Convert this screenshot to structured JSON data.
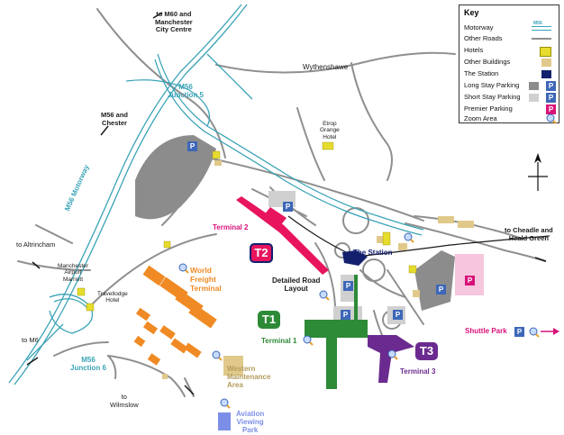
{
  "key": {
    "title": "Key",
    "motorway_badge": "M56",
    "rows": [
      {
        "label": "Motorway"
      },
      {
        "label": "Other Roads"
      },
      {
        "label": "Hotels"
      },
      {
        "label": "Other Buildings"
      },
      {
        "label": "The Station"
      },
      {
        "label": "Long Stay Parking"
      },
      {
        "label": "Short Stay Parking"
      },
      {
        "label": "Premier Parking"
      },
      {
        "label": "Zoom Area"
      }
    ],
    "colors": {
      "motorway": "#3aa3b6",
      "hotels": "#e6dc2e",
      "other_buildings": "#e0c98a",
      "station": "#13206e",
      "long_stay": "#8c8c8c",
      "short_stay": "#d0d0d0",
      "premier": "#f5c6dd",
      "parking_letter_bg": "#3d67b8",
      "premier_letter_bg": "#d9127a"
    },
    "parking_letter": "P"
  },
  "labels": {
    "to_m60_line1": "to M60 and",
    "to_m60_line2": "Manchester",
    "to_m60_line3": "City Centre",
    "wythenshawe": "Wythenshawe",
    "m56_j5_line1": "M56",
    "m56_j5_line2": "Junction 5",
    "m56_chester_line1": "M56 and",
    "m56_chester_line2": "Chester",
    "etrop_line1": "Etrop",
    "etrop_line2": "Grange",
    "etrop_line3": "Hotel",
    "m56_motorway": "M56 Motorway",
    "terminal2": "Terminal 2",
    "t2": "T2",
    "to_cheadle_line1": "to Cheadle and",
    "to_cheadle_line2": "Heald Green",
    "to_altrincham": "to Altrincham",
    "marriott_line1": "Manchester",
    "marriott_line2": "Airport",
    "marriott_line3": "Marriott",
    "travellodge_line1": "Travellodge",
    "travellodge_line2": "Hotel",
    "wft_line1": "World",
    "wft_line2": "Freight",
    "wft_line3": "Terminal",
    "the_station": "The Station",
    "detailed_line1": "Detailed Road",
    "detailed_line2": "Layout",
    "t1": "T1",
    "terminal1": "Terminal 1",
    "t3": "T3",
    "terminal3": "Terminal 3",
    "shuttle_park": "Shuttle Park",
    "to_m6": "to M6",
    "m56_j6_line1": "M56",
    "m56_j6_line2": "Junction 6",
    "wma_line1": "Western",
    "wma_line2": "Maintenance",
    "wma_line3": "Area",
    "to_wilmslow_line1": "to",
    "to_wilmslow_line2": "Wilmslow",
    "avp_line1": "Aviation",
    "avp_line2": "Viewing",
    "avp_line3": "Park"
  },
  "colors": {
    "terminal1": "#2d8a37",
    "terminal2": "#e8145e",
    "terminal3": "#6b2a8f",
    "freight": "#f08a24",
    "road": "#9a9a9a",
    "motorway": "#3aa3b6",
    "railway": "#1a1a1a",
    "viewing_park": "#7b8fe8"
  },
  "icons": [
    "zoom-area-icon",
    "parking-icon",
    "premier-parking-icon",
    "compass-north-icon",
    "arrow-icon"
  ]
}
